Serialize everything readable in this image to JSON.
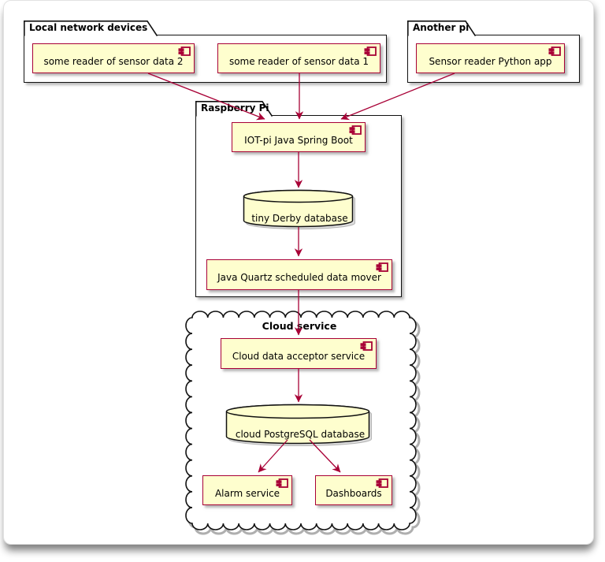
{
  "diagram_type": "component-diagram",
  "packages": {
    "local": {
      "title": "Local network devices"
    },
    "another": {
      "title": "Another pi"
    },
    "raspberry": {
      "title": "Raspberry Pi"
    }
  },
  "cloud": {
    "title": "Cloud service"
  },
  "components": {
    "reader2": {
      "label": "some reader of sensor data 2"
    },
    "reader1": {
      "label": "some reader of sensor data 1"
    },
    "python": {
      "label": "Sensor reader Python app"
    },
    "iotpi": {
      "label": "IOT-pi Java Spring Boot"
    },
    "quartz": {
      "label": "Java Quartz scheduled data mover"
    },
    "acceptor": {
      "label": "Cloud data acceptor service"
    },
    "alarm": {
      "label": "Alarm service"
    },
    "dashboards": {
      "label": "Dashboards"
    }
  },
  "databases": {
    "derby": {
      "label": "tiny Derby database"
    },
    "postgres": {
      "label": "cloud PostgreSQL database"
    }
  },
  "edges": [
    {
      "from": "some reader of sensor data 2",
      "to": "IOT-pi Java Spring Boot"
    },
    {
      "from": "some reader of sensor data 1",
      "to": "IOT-pi Java Spring Boot"
    },
    {
      "from": "Sensor reader Python app",
      "to": "IOT-pi Java Spring Boot"
    },
    {
      "from": "IOT-pi Java Spring Boot",
      "to": "tiny Derby database"
    },
    {
      "from": "tiny Derby database",
      "to": "Java Quartz scheduled data mover"
    },
    {
      "from": "Java Quartz scheduled data mover",
      "to": "Cloud data acceptor service"
    },
    {
      "from": "Cloud data acceptor service",
      "to": "cloud PostgreSQL database"
    },
    {
      "from": "cloud PostgreSQL database",
      "to": "Alarm service"
    },
    {
      "from": "cloud PostgreSQL database",
      "to": "Dashboards"
    }
  ],
  "colors": {
    "node_fill": "#FEFECE",
    "node_border": "#A80036",
    "arrow": "#A80036",
    "frame_border": "#000000"
  }
}
